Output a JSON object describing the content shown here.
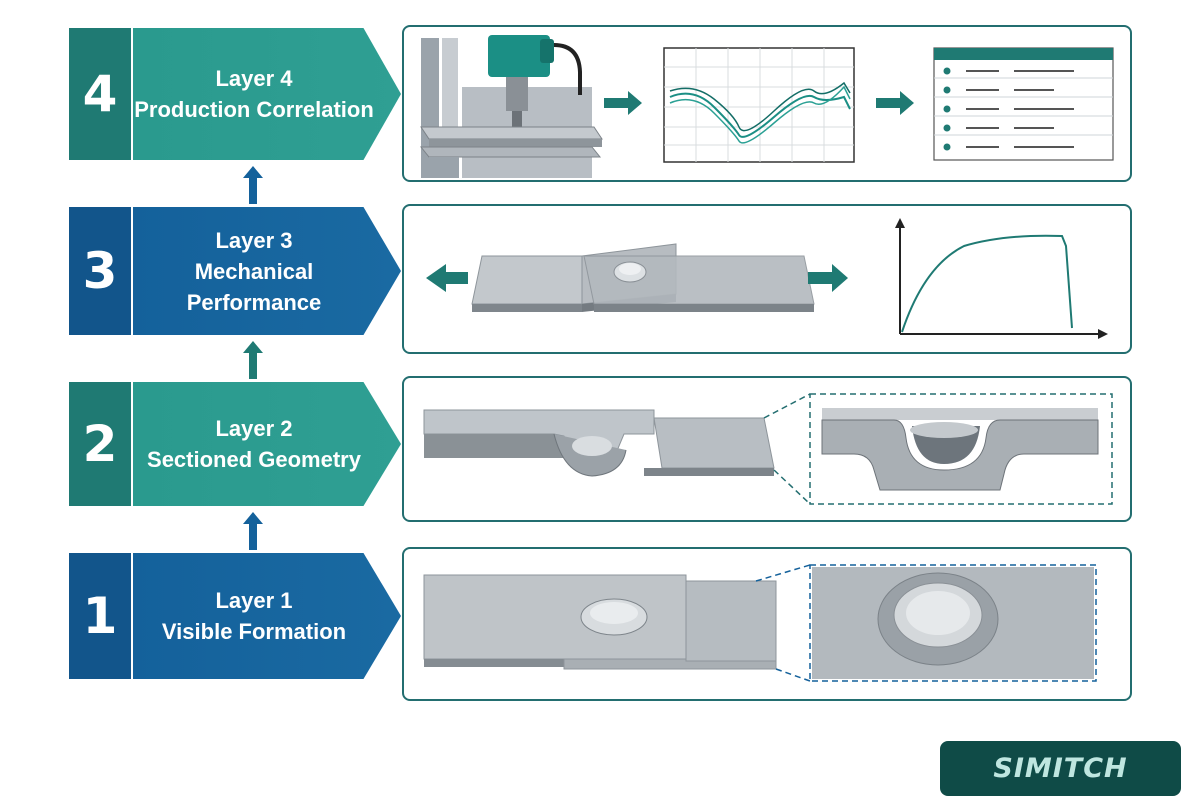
{
  "layers": [
    {
      "num": "4",
      "title": "Layer 4",
      "subtitle": "Production Correlation"
    },
    {
      "num": "3",
      "title": "Layer 3",
      "subtitle": "Mechanical Performance"
    },
    {
      "num": "2",
      "title": "Layer 2",
      "subtitle": "Sectioned Geometry"
    },
    {
      "num": "1",
      "title": "Layer 1",
      "subtitle": "Visible Formation"
    }
  ],
  "colors": {
    "teal": "#2a9a8e",
    "teal_dark": "#1f7a73",
    "blue": "#14619b",
    "blue_dark": "#12558b",
    "panel_border": "#236e70",
    "brand_bg": "#0f4b47"
  },
  "brand": {
    "text": "SIMITCH"
  },
  "icons": [
    "up-arrow-icon",
    "right-arrow-icon",
    "left-arrow-icon",
    "press-machine-icon",
    "waveform-chart-icon",
    "table-list-icon",
    "stress-strain-chart-icon"
  ]
}
